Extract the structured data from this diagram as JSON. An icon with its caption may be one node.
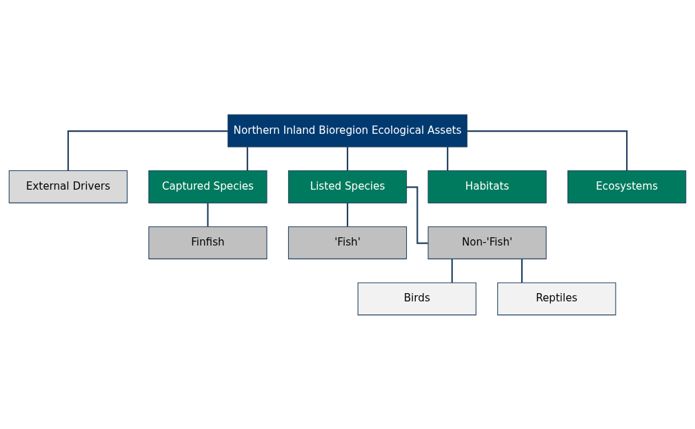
{
  "diagram": {
    "nodes": [
      {
        "text": [
          "Northern Inland Bioregion Ecological Assets"
        ]
      },
      {
        "text": [
          "External Drivers"
        ]
      },
      {
        "text": [
          "Captured Species"
        ]
      },
      {
        "text": [
          "Listed Species"
        ]
      },
      {
        "text": [
          "Habitats"
        ]
      },
      {
        "text": [
          "Ecosystems"
        ]
      },
      {
        "text": [
          "Finfish"
        ]
      },
      {
        "text": [
          "'Fish'"
        ]
      },
      {
        "text": [
          "Non-'Fish'"
        ]
      },
      {
        "text": [
          "Birds"
        ]
      },
      {
        "text": [
          "Reptiles"
        ]
      }
    ],
    "edges": [
      {
        "from": 0,
        "to": 1,
        "arrow": "none"
      },
      {
        "from": 0,
        "to": 2,
        "arrow": "none"
      },
      {
        "from": 0,
        "to": 3,
        "arrow": "none"
      },
      {
        "from": 0,
        "to": 4,
        "arrow": "none"
      },
      {
        "from": 0,
        "to": 5,
        "arrow": "none"
      },
      {
        "from": 2,
        "to": 6,
        "arrow": "none"
      },
      {
        "from": 3,
        "to": 7,
        "arrow": "none"
      },
      {
        "from": 3,
        "to": 8,
        "arrow": "none"
      },
      {
        "from": 8,
        "to": 9,
        "arrow": "none"
      },
      {
        "from": 8,
        "to": 10,
        "arrow": "none"
      }
    ]
  }
}
